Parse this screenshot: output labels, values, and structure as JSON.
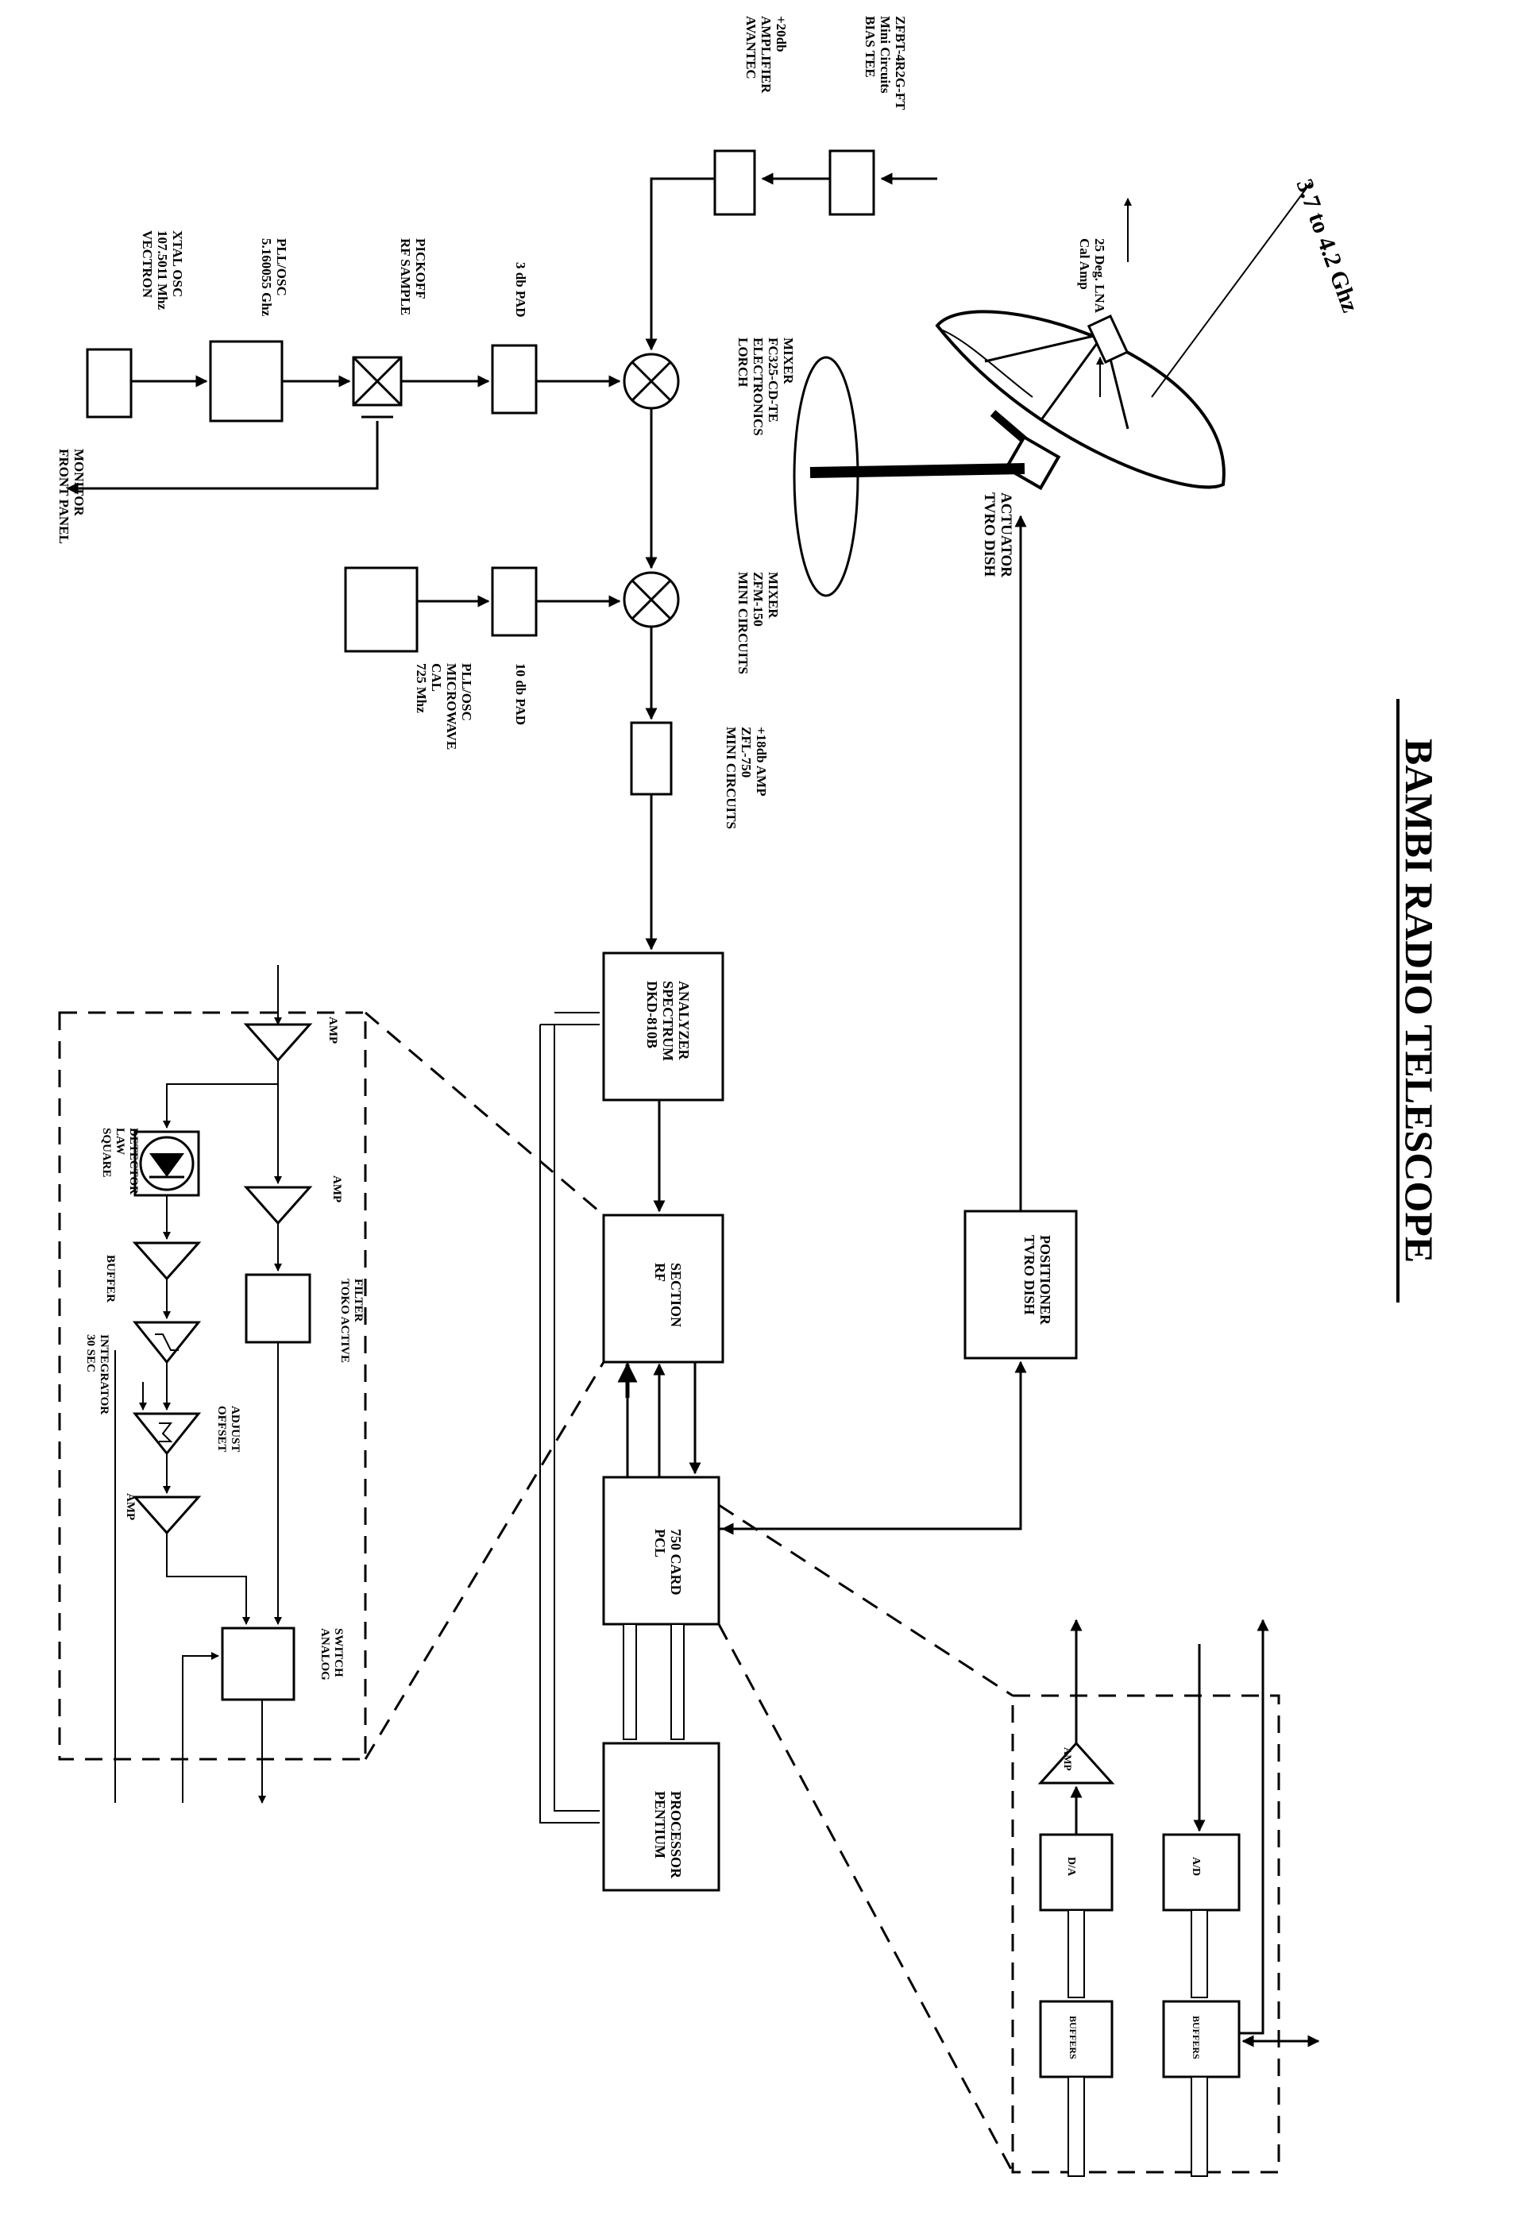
{
  "title": "BAMBI RADIO TELESCOPE",
  "band": "3.7 to 4.2 Ghz",
  "blocks": {
    "avantec": [
      "AVANTEC",
      "AMPLIFIER",
      "+20db"
    ],
    "bias_tee": [
      "BIAS TEE",
      "Mini Circuits",
      "ZFBT-4R2G-FT"
    ],
    "lna": [
      "Cal Amp",
      "25 Deg. LNA"
    ],
    "vectron": [
      "VECTRON",
      "107.5011 Mhz",
      "XTAL OSC"
    ],
    "pll1": [
      "5.160055 Ghz",
      "PLL/OSC"
    ],
    "rf_pickoff": [
      "RF SAMPLE",
      "PICKOFF"
    ],
    "pad3": [
      "3 db PAD"
    ],
    "lorch": [
      "LORCH",
      "ELECTRONICS",
      "FC325-CD-TE",
      "MIXER"
    ],
    "front_panel": [
      "FRONT PANEL",
      "MONITOR"
    ],
    "actuator": [
      "TVRO DISH",
      "ACTUATOR"
    ],
    "mixer2": [
      "MINI CIRCUITS",
      "ZFM-150",
      "MIXER"
    ],
    "pad10": [
      "10 db PAD"
    ],
    "cal_osc": [
      "725 Mhz",
      "CAL",
      "MICROWAVE",
      "PLL/OSC"
    ],
    "amp18": [
      "MINI CIRCUITS",
      "ZFL-750",
      "+18db AMP"
    ],
    "spectrum": [
      "DKD-810B",
      "SPECTRUM",
      "ANALYZER"
    ],
    "rf_section": [
      "RF",
      "SECTION"
    ],
    "pcl": [
      "PCL",
      "750 CARD"
    ],
    "pentium": [
      "PENTIUM",
      "PROCESSOR"
    ],
    "positioner": [
      "TVRO DISH",
      "POSITIONER"
    ]
  },
  "rf_detail": {
    "amp1": "AMP",
    "amp2": "AMP",
    "toko": [
      "TOKO ACTIVE",
      "FILTER"
    ],
    "detector": [
      "SQUARE",
      "LAW",
      "DETECTOR"
    ],
    "buffer": "BUFFER",
    "integrator": [
      "30 SEC",
      "INTEGRATOR"
    ],
    "offset": [
      "OFFSET",
      "ADJUST"
    ],
    "amp3": "AMP",
    "analog_switch": [
      "ANALOG",
      "SWITCH"
    ]
  },
  "pcl_detail": {
    "amp": "AMP",
    "da": "D/A",
    "ad": "A/D",
    "buffers1": "BUFFERS",
    "buffers2": "BUFFERS"
  }
}
